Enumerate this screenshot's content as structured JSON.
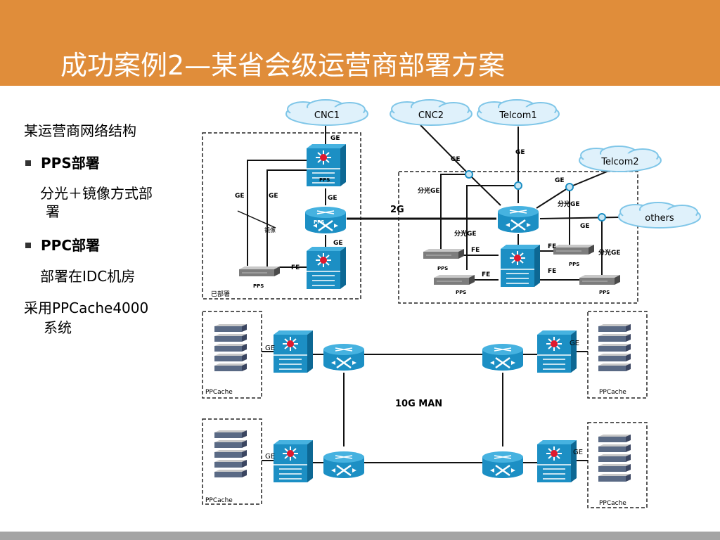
{
  "slide": {
    "title": "成功案例2—某省会级运营商部署方案",
    "colors": {
      "header": "#e08d3a",
      "footer": "#a4a4a4",
      "device": "#1c8fc4",
      "cloud": "#dff1fb"
    }
  },
  "text_panel": {
    "heading": "某运营商网络结构",
    "pps_title": "PPS部署",
    "pps_desc_line1": "分光＋镜像方式部",
    "pps_desc_line2": "署",
    "ppc_title": "PPC部署",
    "ppc_desc": "部署在IDC机房",
    "adopt_line1": "采用PPCache4000",
    "adopt_line2": "系统"
  },
  "diagram": {
    "clouds": {
      "cnc1": "CNC1",
      "cnc2": "CNC2",
      "telcom1": "Telcom1",
      "telcom2": "Telcom2",
      "others": "others"
    },
    "labels": {
      "ge": "GE",
      "fe": "FE",
      "link_2g": "2G",
      "man": "10G MAN",
      "pps": "PPS",
      "ppcache": "PPCache",
      "split_ge": "分光GE",
      "deployed": "已部署",
      "mirror": "镜像"
    }
  }
}
